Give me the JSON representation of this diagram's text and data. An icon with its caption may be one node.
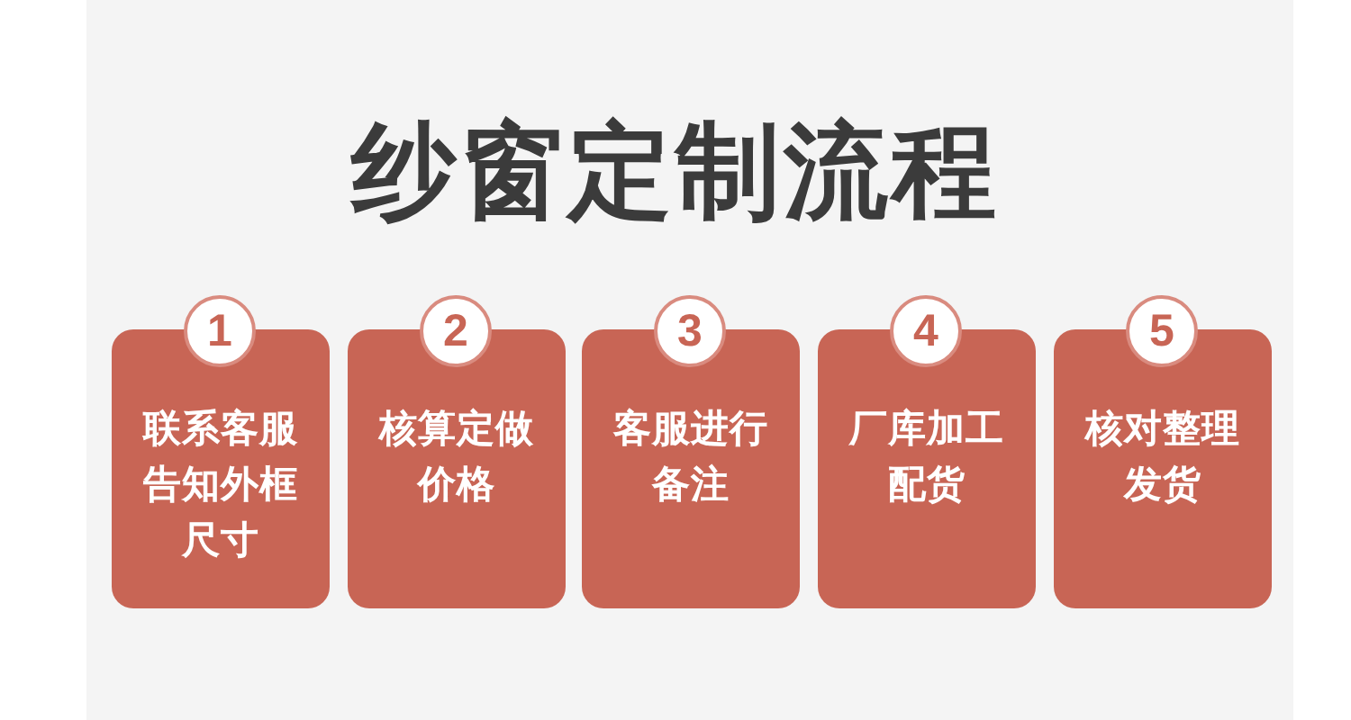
{
  "diagram": {
    "title": "纱窗定制流程",
    "nodes": [
      {
        "text": [
          "1"
        ]
      },
      {
        "text": [
          "联系客服告知外框尺寸"
        ]
      },
      {
        "text": [
          "2"
        ]
      },
      {
        "text": [
          "核算定做价格"
        ]
      },
      {
        "text": [
          "3"
        ]
      },
      {
        "text": [
          "客服进行备注"
        ]
      },
      {
        "text": [
          "4"
        ]
      },
      {
        "text": [
          "厂库加工配货"
        ]
      },
      {
        "text": [
          "5"
        ]
      },
      {
        "text": [
          "核对整理发货"
        ]
      }
    ]
  }
}
